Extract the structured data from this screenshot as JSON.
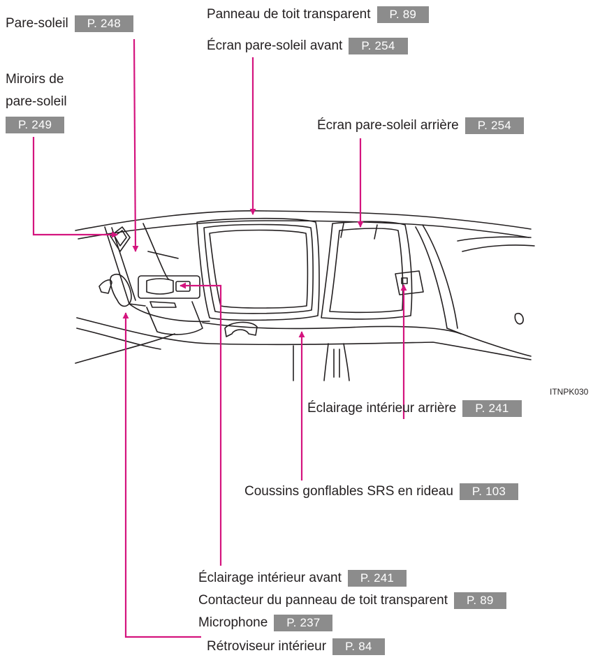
{
  "figure_id": "ITNPK030",
  "colors": {
    "leader_line": "#d4147e",
    "badge_bg": "#8c8c8c",
    "drawing_line": "#231f20"
  },
  "labels": {
    "sun_visor": {
      "text": "Pare-soleil",
      "page": "P. 248"
    },
    "vanity_mirrors": {
      "line1": "Miroirs de",
      "line2": "pare-soleil",
      "page": "P. 249"
    },
    "moon_roof": {
      "text": "Panneau de toit transparent",
      "page": "P. 89"
    },
    "front_sunshade": {
      "text": "Écran pare-soleil avant",
      "page": "P. 254"
    },
    "rear_sunshade": {
      "text": "Écran pare-soleil arrière",
      "page": "P. 254"
    },
    "rear_interior_light": {
      "text": "Éclairage intérieur arrière",
      "page": "P. 241"
    },
    "curtain_airbags": {
      "text": "Coussins gonflables SRS en rideau",
      "page": "P. 103"
    },
    "front_interior_light": {
      "text": "Éclairage intérieur avant",
      "page": "P. 241"
    },
    "moon_roof_switch": {
      "text": "Contacteur du panneau de toit transparent",
      "page": "P. 89"
    },
    "microphone": {
      "text": "Microphone",
      "page": "P. 237"
    },
    "inside_mirror": {
      "text": "Rétroviseur intérieur",
      "page": "P. 84"
    }
  }
}
